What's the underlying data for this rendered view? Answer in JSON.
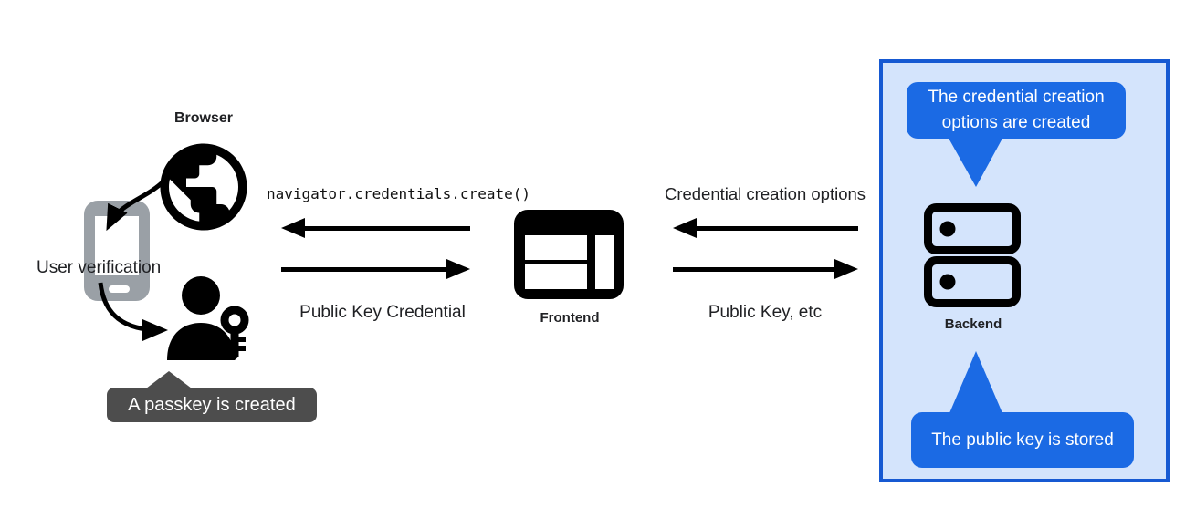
{
  "left_group": {
    "browser_label": "Browser",
    "user_verification": "User verification",
    "passkey_callout": "A passkey is created"
  },
  "center_group": {
    "api_call": "navigator.credentials.create()",
    "response_label": "Public Key Credential",
    "frontend_label": "Frontend"
  },
  "right_group": {
    "request_label": "Credential creation options",
    "response_label": "Public Key, etc",
    "backend_label": "Backend",
    "top_bubble": "The credential creation options are created",
    "bottom_bubble": "The public key is stored"
  },
  "icons": {
    "globe": "globe-icon",
    "smartphone": "smartphone-icon",
    "person_with_key": "person-with-key-icon",
    "browser_window": "browser-window-icon",
    "server": "server-icon"
  },
  "colors": {
    "bubble_blue": "#1b6ae4",
    "panel_border": "#1659d2",
    "panel_bg": "#d4e4fc",
    "callout_gray": "#4d4d4d",
    "icon_gray": "#9aa0a6",
    "text": "#202124"
  }
}
